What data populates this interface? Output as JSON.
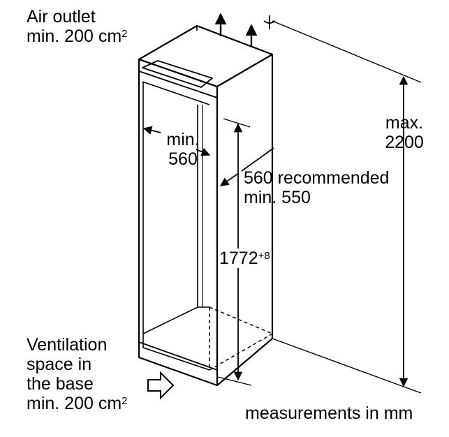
{
  "labels": {
    "air_outlet": {
      "line1": "Air outlet",
      "line2": "min. 200 cm",
      "sup": "2"
    },
    "width_min": {
      "line1": "min.",
      "line2": "560"
    },
    "height_max": {
      "line1": "max.",
      "line2": "2200"
    },
    "depth": {
      "line1": "560 recommended",
      "line2": "min. 550"
    },
    "niche_height": {
      "value": "1772",
      "sup": "+8"
    },
    "ventilation": {
      "line1": "Ventilation",
      "line2": "space in",
      "line3": "the base",
      "line4": "min. 200 cm",
      "sup": "2"
    },
    "units_note": "measurements in mm"
  },
  "icons": {
    "arrow_up": "arrow-up-icon",
    "arrow_right": "arrow-right-icon",
    "arrow_hollow": "hollow-arrow-icon"
  },
  "colors": {
    "line": "#000000",
    "background": "#ffffff"
  }
}
